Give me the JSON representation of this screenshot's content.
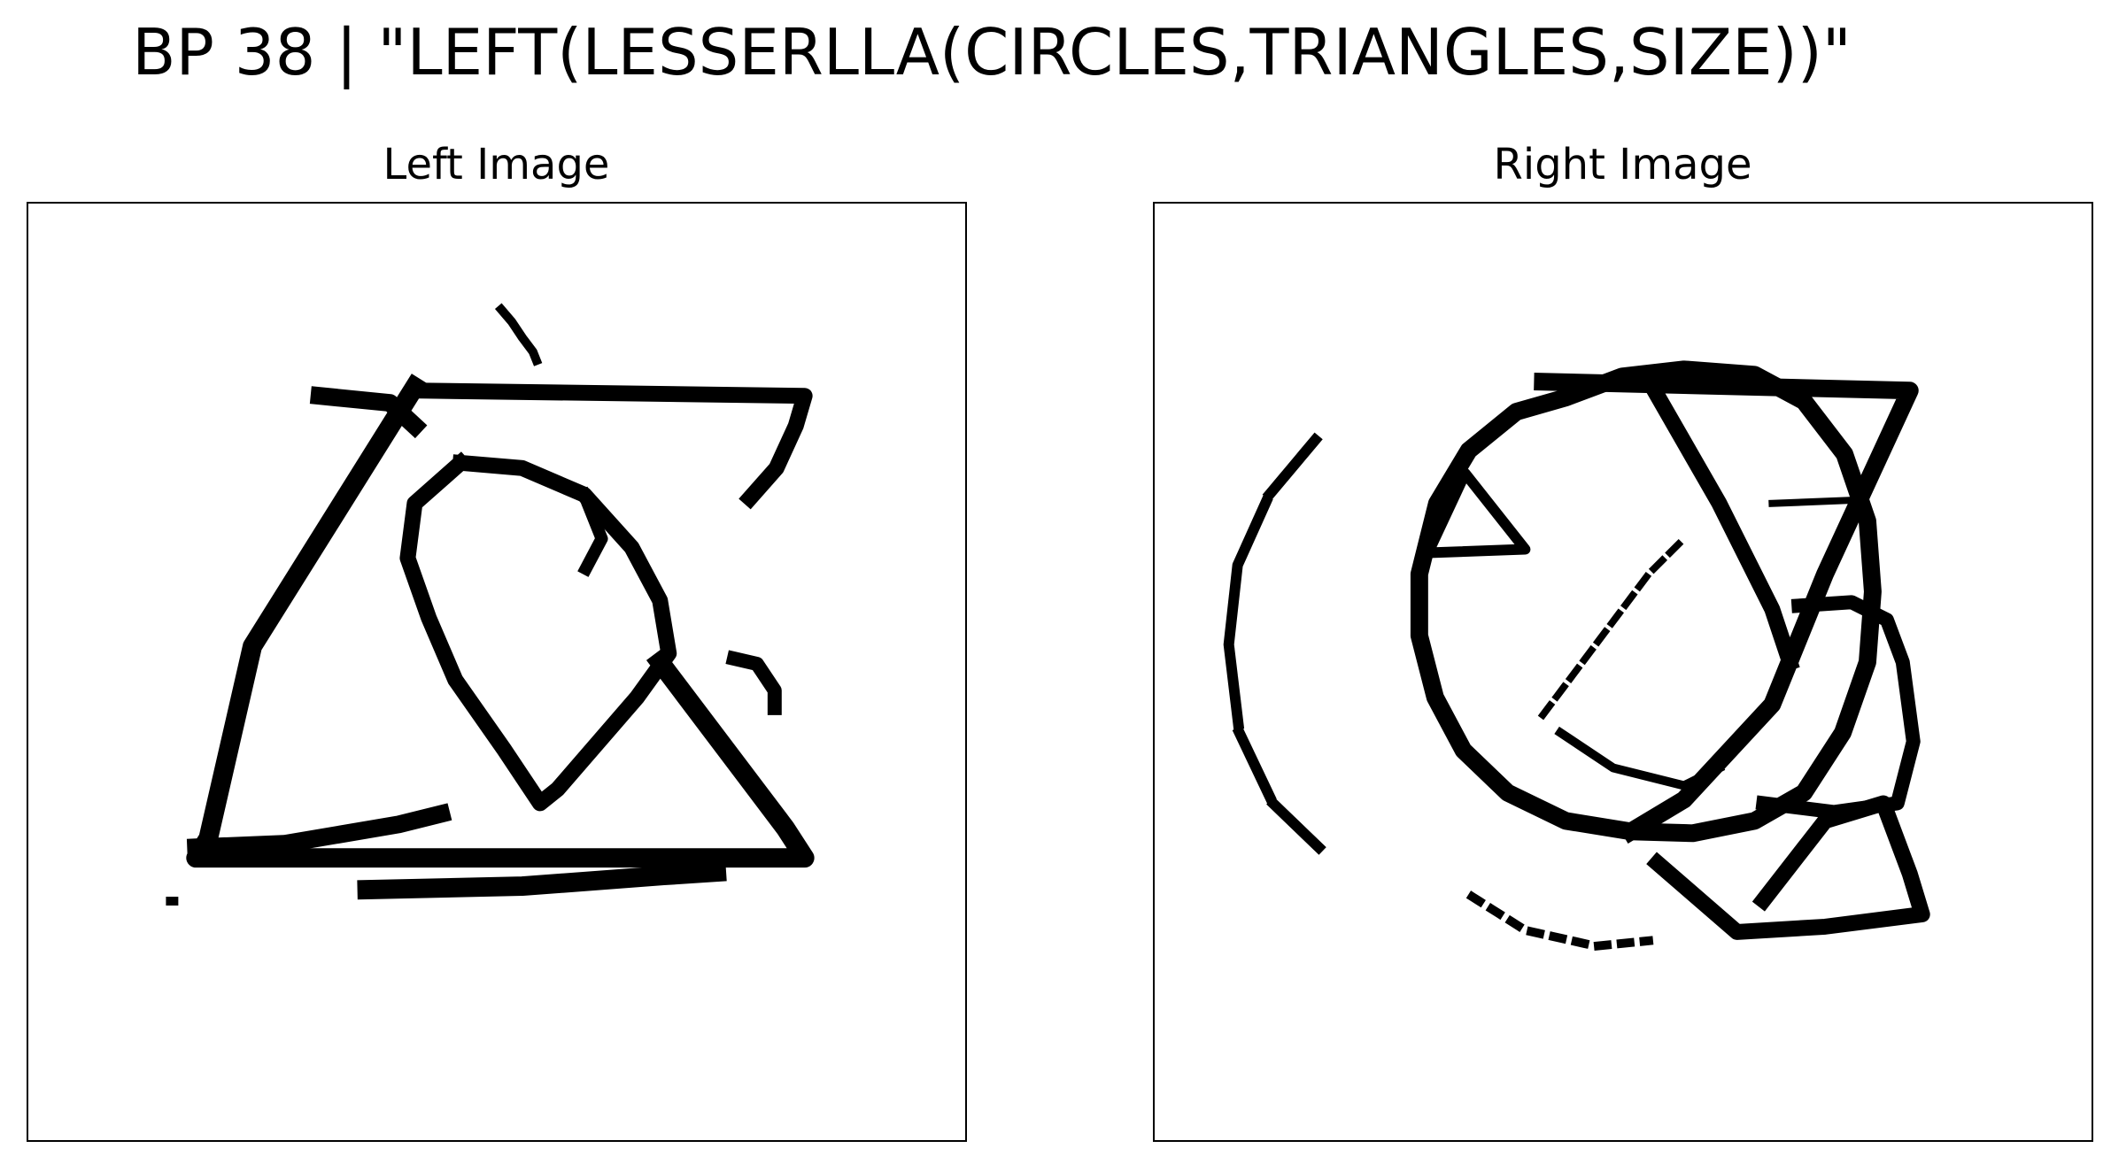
{
  "figure": {
    "title": "BP 38 | \"LEFT(LESSERLLA(CIRCLES,TRIANGLES,SIZE))\""
  },
  "panels": {
    "left": {
      "title": "Left Image"
    },
    "right": {
      "title": "Right Image"
    }
  }
}
